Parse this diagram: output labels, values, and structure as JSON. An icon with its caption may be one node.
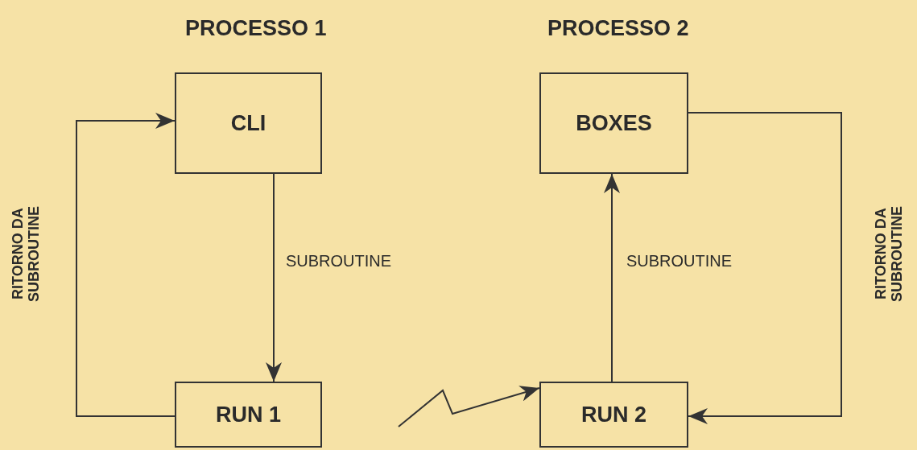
{
  "diagram": {
    "nodes": [
      {
        "text": [
          "CLI"
        ]
      },
      {
        "text": [
          "RUN 1"
        ]
      },
      {
        "text": [
          "BOXES"
        ]
      },
      {
        "text": [
          "RUN 2"
        ]
      }
    ],
    "edges": [
      {
        "from": 0,
        "to": 1,
        "arrow": "to",
        "label": "SUBROUTINE"
      },
      {
        "from": 1,
        "to": 0,
        "arrow": "to",
        "label": "RITORNO DA SUBROUTINE"
      },
      {
        "from": null,
        "to": 3,
        "arrow": "to"
      },
      {
        "from": 3,
        "to": 2,
        "arrow": "to",
        "label": "SUBROUTINE"
      },
      {
        "from": 2,
        "to": 3,
        "arrow": "to",
        "label": "RITORNO DA SUBROUTINE"
      }
    ],
    "labels": [
      "PROCESSO 1",
      "PROCESSO 2"
    ]
  }
}
